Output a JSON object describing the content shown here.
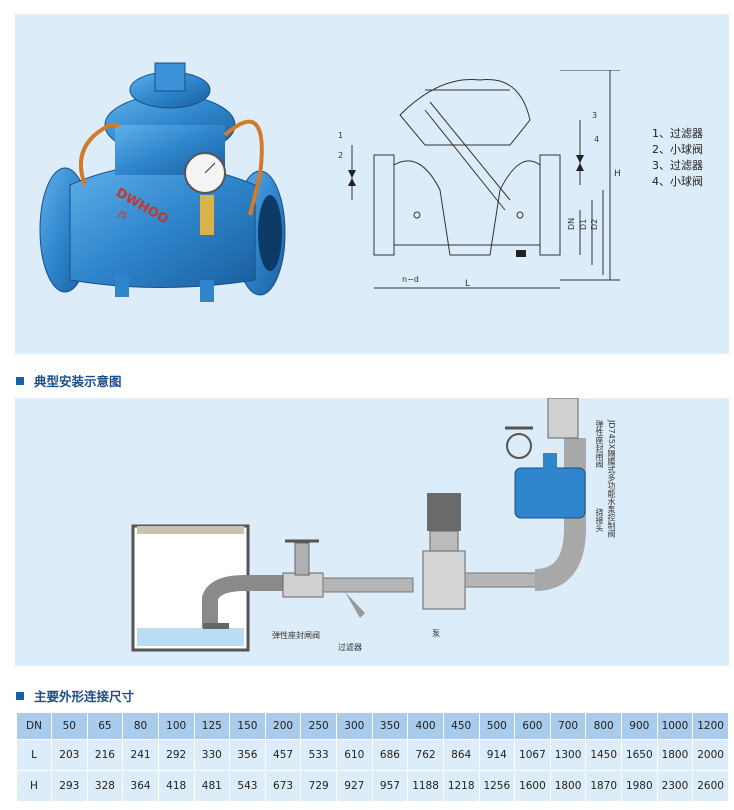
{
  "legend": [
    "1、过滤器",
    "2、小球阀",
    "3、过滤器",
    "4、小球阀"
  ],
  "drawing_labels": {
    "h": "H",
    "l": "L",
    "dn": "DN",
    "d1": "D1",
    "d2": "D2",
    "nd": "n−d",
    "c1": "1",
    "c2": "2",
    "c3": "3",
    "c4": "4"
  },
  "photo": {
    "valve_text": "DWHOO",
    "valve_text2": "JS"
  },
  "section1_title": "典型安装示意图",
  "install_labels": {
    "gate_valve": "弹性座封闸阀",
    "filter": "过滤器",
    "pump": "泵",
    "joint1": "挠接头",
    "valve": "JD745X隔膜式多功能水泵控制阀",
    "gate_valve2": "弹性座封闸阀"
  },
  "section2_title": "主要外形连接尺寸",
  "table": {
    "header": [
      "DN",
      "50",
      "65",
      "80",
      "100",
      "125",
      "150",
      "200",
      "250",
      "300",
      "350",
      "400",
      "450",
      "500",
      "600",
      "700",
      "800",
      "900",
      "1000",
      "1200"
    ],
    "rows": [
      [
        "L",
        "203",
        "216",
        "241",
        "292",
        "330",
        "356",
        "457",
        "533",
        "610",
        "686",
        "762",
        "864",
        "914",
        "1067",
        "1300",
        "1450",
        "1650",
        "1800",
        "2000"
      ],
      [
        "H",
        "293",
        "328",
        "364",
        "418",
        "481",
        "543",
        "673",
        "729",
        "927",
        "957",
        "1188",
        "1218",
        "1256",
        "1600",
        "1800",
        "1870",
        "1980",
        "2300",
        "2600"
      ]
    ]
  },
  "colors": {
    "panel": "#dcecf8",
    "table_header": "#a9ccec",
    "valve_blue": "#2f86cc",
    "title_blue": "#1c4f8c"
  }
}
